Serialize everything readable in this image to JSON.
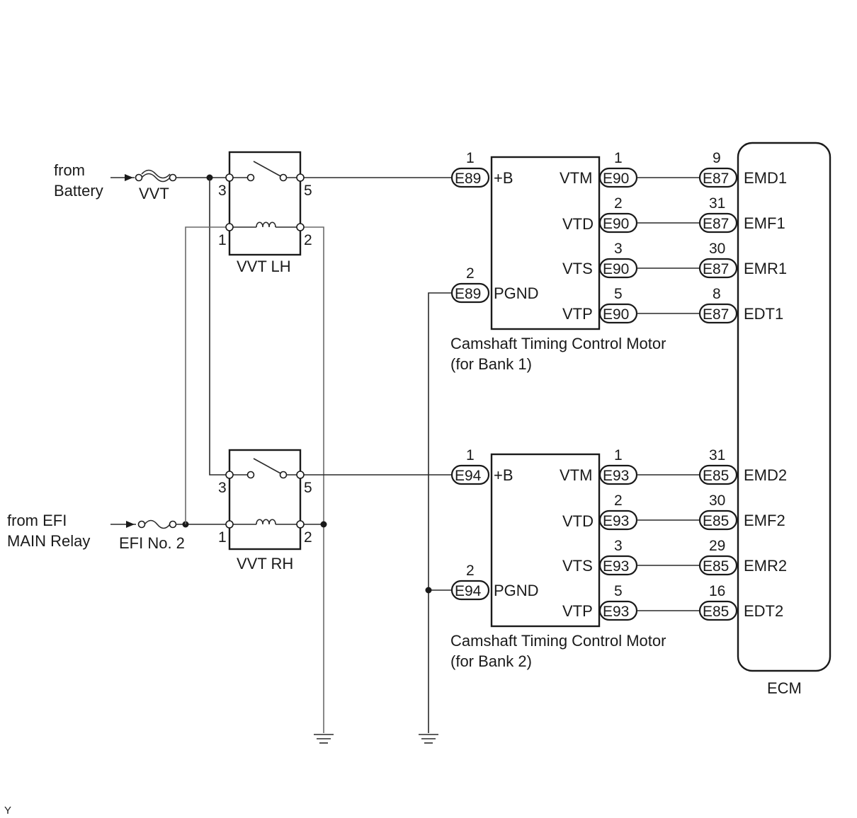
{
  "inputs": {
    "battery": [
      "from",
      "Battery"
    ],
    "efi_relay": [
      "from EFI",
      "MAIN Relay"
    ]
  },
  "fuses": {
    "vvt": "VVT",
    "efi_no2": "EFI No. 2"
  },
  "relays": {
    "lh": {
      "name": "VVT LH",
      "pins": [
        "3",
        "5",
        "1",
        "2"
      ]
    },
    "rh": {
      "name": "VVT RH",
      "pins": [
        "3",
        "5",
        "1",
        "2"
      ]
    }
  },
  "motors": [
    {
      "caption": [
        "Camshaft Timing Control Motor",
        "(for Bank 1)"
      ],
      "in_connector": "E89",
      "power": {
        "pin": "1",
        "label": "+B"
      },
      "ground": {
        "pin": "2",
        "label": "PGND"
      },
      "out_connector": "E90",
      "ecm_connector": "E87",
      "signals": [
        {
          "label": "VTM",
          "pin": "1",
          "ecm_pin": "9",
          "ecm_label": "EMD1"
        },
        {
          "label": "VTD",
          "pin": "2",
          "ecm_pin": "31",
          "ecm_label": "EMF1"
        },
        {
          "label": "VTS",
          "pin": "3",
          "ecm_pin": "30",
          "ecm_label": "EMR1"
        },
        {
          "label": "VTP",
          "pin": "5",
          "ecm_pin": "8",
          "ecm_label": "EDT1"
        }
      ]
    },
    {
      "caption": [
        "Camshaft Timing Control Motor",
        "(for Bank 2)"
      ],
      "in_connector": "E94",
      "power": {
        "pin": "1",
        "label": "+B"
      },
      "ground": {
        "pin": "2",
        "label": "PGND"
      },
      "out_connector": "E93",
      "ecm_connector": "E85",
      "signals": [
        {
          "label": "VTM",
          "pin": "1",
          "ecm_pin": "31",
          "ecm_label": "EMD2"
        },
        {
          "label": "VTD",
          "pin": "2",
          "ecm_pin": "30",
          "ecm_label": "EMF2"
        },
        {
          "label": "VTS",
          "pin": "3",
          "ecm_pin": "29",
          "ecm_label": "EMR2"
        },
        {
          "label": "VTP",
          "pin": "5",
          "ecm_pin": "16",
          "ecm_label": "EDT2"
        }
      ]
    }
  ],
  "ecm": {
    "name": "ECM"
  },
  "corner_mark": "Y"
}
